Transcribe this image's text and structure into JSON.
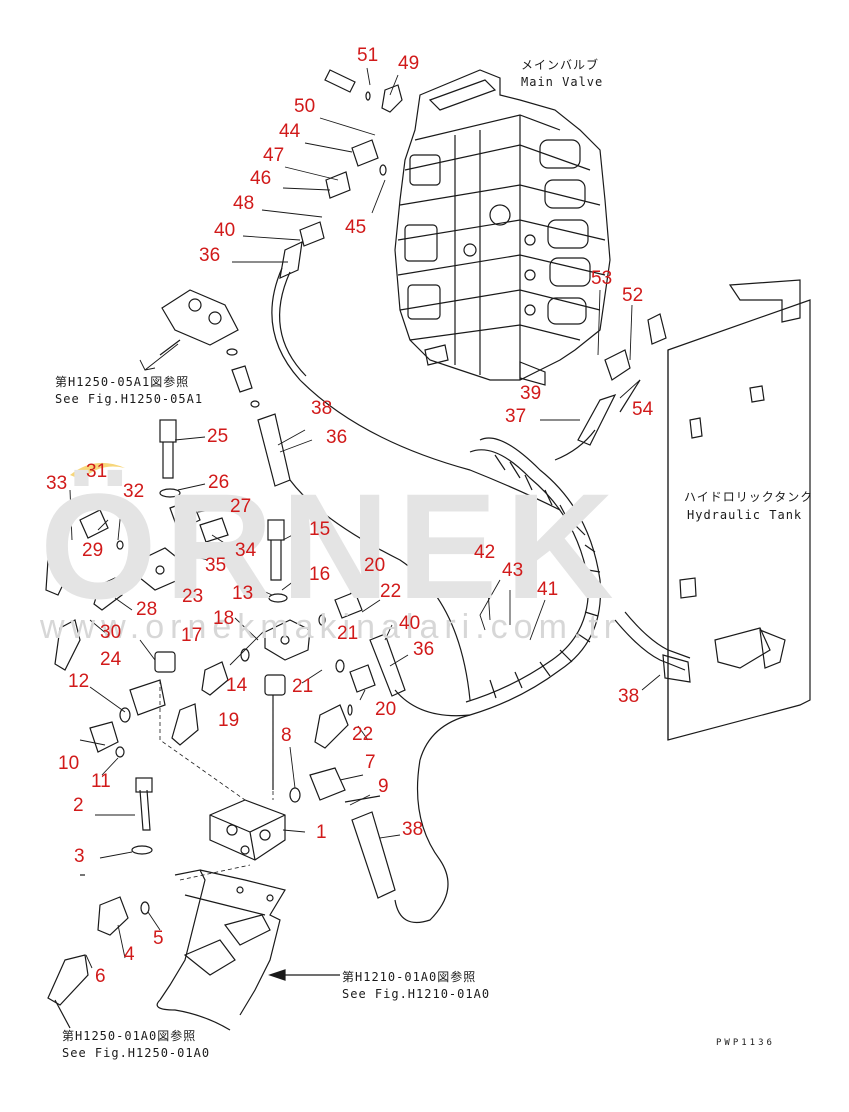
{
  "watermark": {
    "brand": "ÖRNEK",
    "site": "www.ornekmakinalari.com.tr",
    "color": "#dcdcdc",
    "accent": "#f4c542"
  },
  "callouts": {
    "color": "#d11a1a",
    "main_valve": [
      "51",
      "49",
      "50",
      "44",
      "47",
      "46",
      "48",
      "40",
      "36",
      "45",
      "53",
      "52",
      "39",
      "37",
      "54"
    ],
    "upper_left": [
      "38",
      "36",
      "25",
      "26",
      "27",
      "34",
      "31",
      "33",
      "32",
      "29",
      "35",
      "28",
      "23",
      "30",
      "24",
      "12"
    ],
    "middle": [
      "15",
      "16",
      "13",
      "18",
      "20",
      "22",
      "21",
      "17",
      "14",
      "40",
      "36",
      "42",
      "43",
      "41",
      "19",
      "21",
      "20",
      "22"
    ],
    "lower": [
      "10",
      "11",
      "8",
      "7",
      "9",
      "2",
      "3",
      "1",
      "38",
      "5",
      "4",
      "6",
      "38"
    ]
  },
  "labels": {
    "main_valve_jp": "メインバルブ",
    "main_valve_en": "Main Valve",
    "hydraulic_tank_jp": "ハイドロリックタンク",
    "hydraulic_tank_en": "Hydraulic Tank",
    "ref_h1250_05a1_jp": "第H1250-05A1図参照",
    "ref_h1250_05a1_en": "See Fig.H1250-05A1",
    "ref_h1210_01a0_jp": "第H1210-01A0図参照",
    "ref_h1210_01a0_en": "See Fig.H1210-01A0",
    "ref_h1250_01a0_jp": "第H1250-01A0図参照",
    "ref_h1250_01a0_en": "See Fig.H1250-01A0",
    "drawing_code": "PWP1136"
  }
}
